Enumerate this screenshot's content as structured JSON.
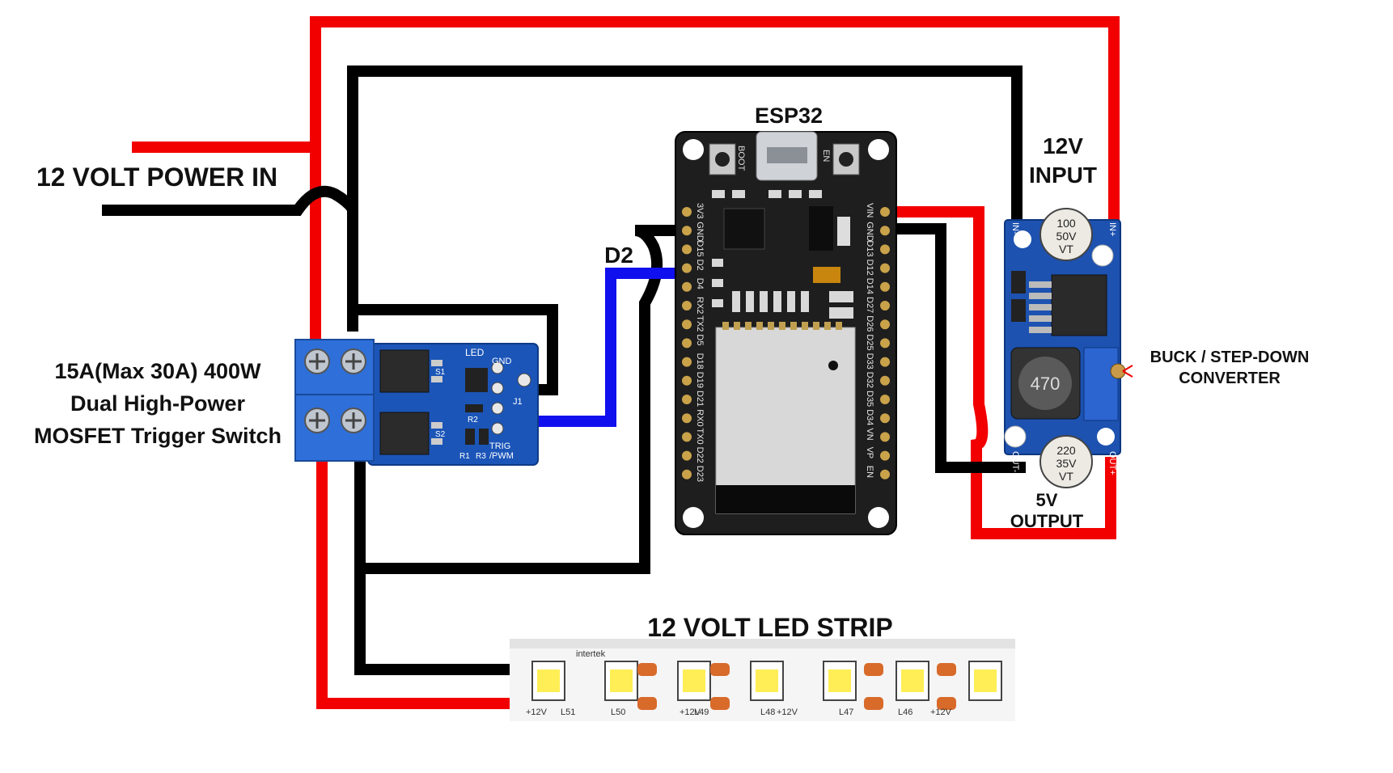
{
  "labels": {
    "power_in": "12 VOLT POWER IN",
    "esp32": "ESP32",
    "input_12v_line1": "12V",
    "input_12v_line2": "INPUT",
    "d2": "D2",
    "mosfet_line1": "15A(Max 30A) 400W",
    "mosfet_line2": "Dual High-Power",
    "mosfet_line3": "MOSFET Trigger Switch",
    "buck_line1": "BUCK / STEP-DOWN",
    "buck_line2": "CONVERTER",
    "output_5v_line1": "5V",
    "output_5v_line2": "OUTPUT",
    "led_strip": "12 VOLT LED STRIP"
  },
  "esp32_board": {
    "buttons": [
      "BOOT",
      "EN"
    ],
    "left_pins": [
      "3V3",
      "GND",
      "D15",
      "D2",
      "D4",
      "RX2",
      "TX2",
      "D5",
      "D18",
      "D19",
      "D21",
      "RX0",
      "TX0",
      "D22",
      "D23"
    ],
    "right_pins": [
      "VIN",
      "GND",
      "D13",
      "D12",
      "D14",
      "D27",
      "D26",
      "D25",
      "D33",
      "D32",
      "D35",
      "D34",
      "VN",
      "VP",
      "EN"
    ]
  },
  "mosfet_board": {
    "silk": [
      "LED",
      "GND",
      "J1",
      "TRIG",
      "/PWM",
      "R1",
      "R2",
      "R3",
      "S1",
      "S2"
    ]
  },
  "buck_board": {
    "cap_top": [
      "100",
      "50V",
      "VT"
    ],
    "cap_bottom": [
      "220",
      "35V",
      "VT"
    ],
    "inductor": "470",
    "pins": [
      "IN-",
      "IN+",
      "OUT-",
      "OUT+"
    ]
  },
  "led_strip_silk": [
    "+12V",
    "L51",
    "L50",
    "+12V",
    "L49",
    "L48",
    "+12V",
    "L47",
    "L46",
    "+12V",
    "intertek"
  ],
  "wire_colors": {
    "positive": "#f20000",
    "ground": "#000000",
    "signal": "#1010ee"
  }
}
